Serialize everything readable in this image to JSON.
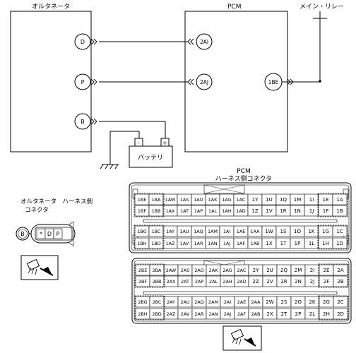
{
  "top": {
    "alternator_title": "オルタネータ",
    "pcm_title": "PCM",
    "main_relay": "メイン・リレー",
    "alt_terminals": [
      "D",
      "P",
      "B"
    ],
    "pcm_terminals": [
      "2AI",
      "2AJ",
      "1BE"
    ],
    "battery": "バッテリ",
    "battery_minus": "-",
    "battery_plus": "+"
  },
  "connector": {
    "title": "PCM",
    "subtitle": "ハーネス側コネクタ",
    "upper_rows": [
      [
        "1BE",
        "1BA",
        "1AW",
        "1AS",
        "1AO",
        "1AK",
        "1AG",
        "1AC",
        "1Y",
        "1U",
        "1Q",
        "1M",
        "1I",
        "1E",
        "1A"
      ],
      [
        "1BF",
        "1BB",
        "1AX",
        "1AT",
        "1AP",
        "1AL",
        "1AH",
        "1AD",
        "1Z",
        "1V",
        "1R",
        "1N",
        "1J",
        "1F",
        "1B"
      ],
      [
        "1BG",
        "1BC",
        "1AY",
        "1AU",
        "1AQ",
        "1AM",
        "1AI",
        "1AE",
        "1AA",
        "1W",
        "1S",
        "1O",
        "1K",
        "1G",
        "1C"
      ],
      [
        "1BH",
        "1BD",
        "1AZ",
        "1AV",
        "1AR",
        "1AN",
        "1AJ",
        "1AF",
        "1AB",
        "1X",
        "1T",
        "1P",
        "1L",
        "1H",
        "1D"
      ]
    ],
    "lower_rows": [
      [
        "2BE",
        "2BA",
        "2AW",
        "2AS",
        "2AO",
        "2AK",
        "2AG",
        "2AC",
        "2Y",
        "2U",
        "2Q",
        "2M",
        "2I",
        "2E",
        "2A"
      ],
      [
        "2BF",
        "2BB",
        "2AX",
        "2AT",
        "2AP",
        "2AL",
        "2AH",
        "2AD",
        "2Z",
        "2V",
        "2R",
        "2N",
        "2J",
        "2F",
        "2B"
      ],
      [
        "2BG",
        "2BC",
        "2AY",
        "2AU",
        "2AQ",
        "2AM",
        "2AI",
        "2AE",
        "2AA",
        "2W",
        "2S",
        "2O",
        "2K",
        "2G",
        "2C"
      ],
      [
        "2BH",
        "2BD",
        "2AZ",
        "2AV",
        "2AR",
        "2AN",
        "2AJ",
        "2AF",
        "2AB",
        "2X",
        "2T",
        "2P",
        "2L",
        "2H",
        "2D"
      ]
    ]
  },
  "alt_connector": {
    "title": "オルタネータ　ハーネス側",
    "subtitle": "コネクタ",
    "pins": [
      "B",
      "*",
      "D",
      "P"
    ]
  }
}
